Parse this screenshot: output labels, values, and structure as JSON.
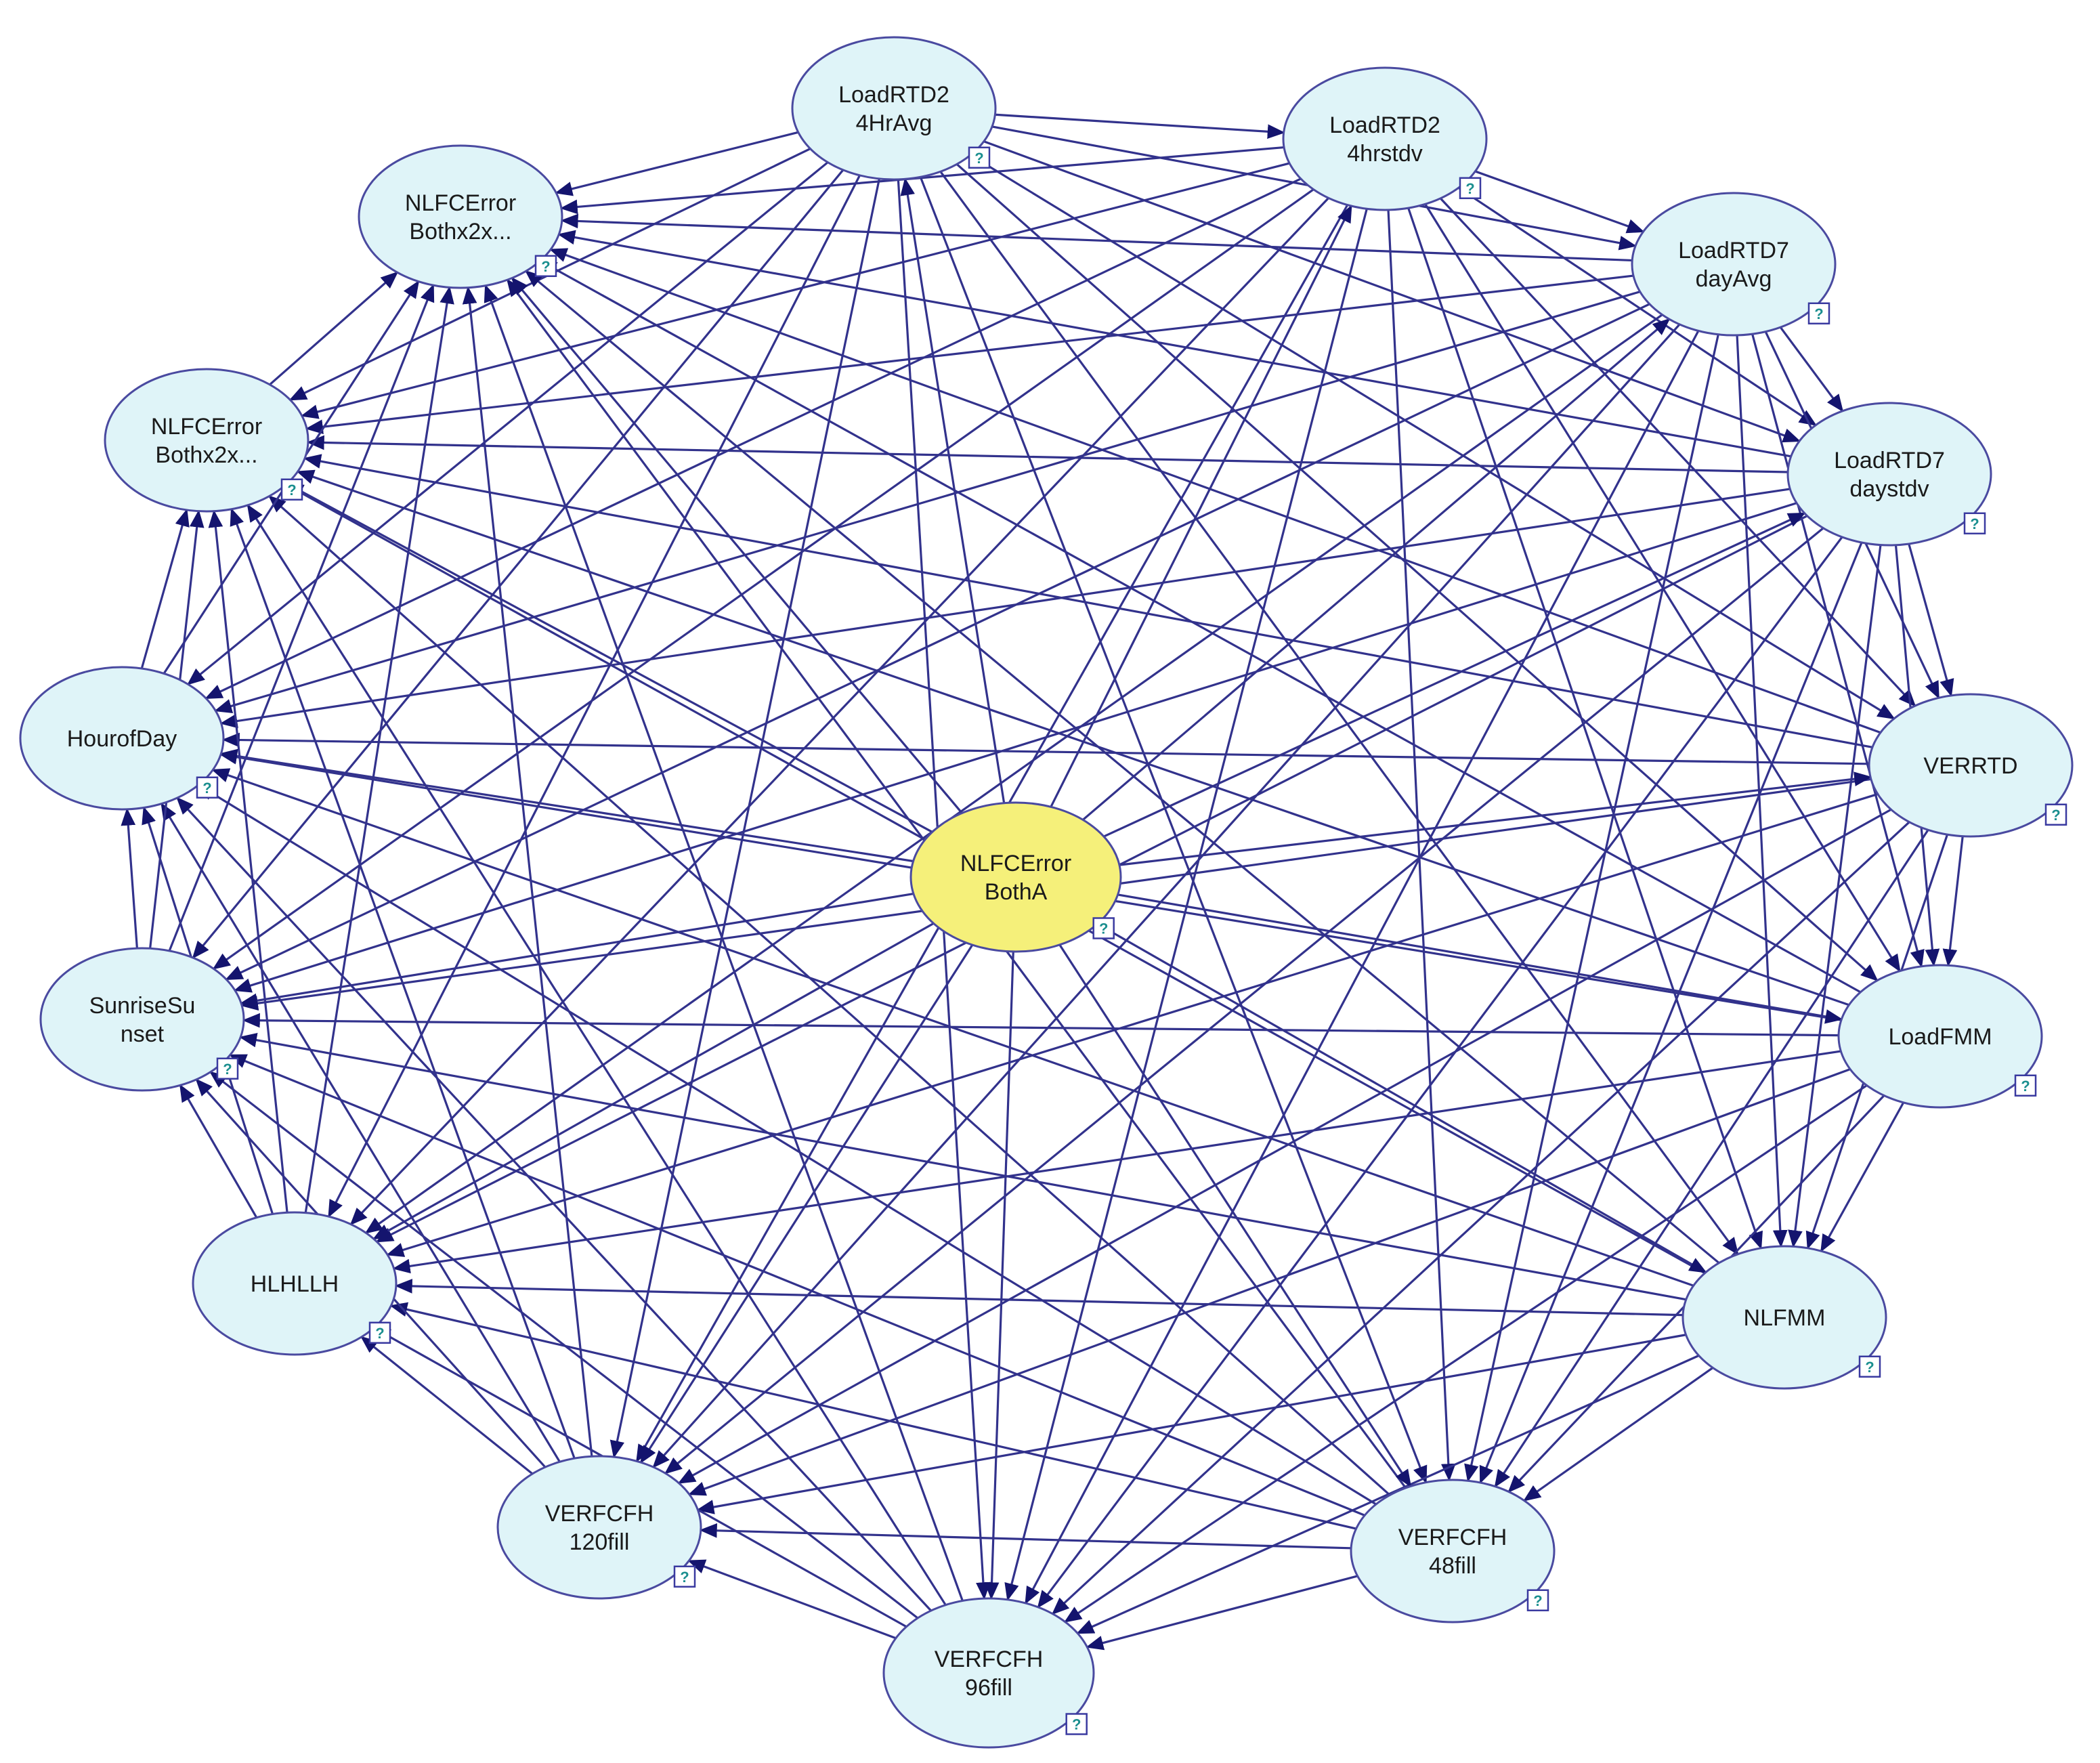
{
  "colors": {
    "node_fill": "#dff4f8",
    "node_stroke": "#4a4aa0",
    "target_fill": "#f5f07a",
    "edge": "#32328c",
    "arrow": "#14146e",
    "badge_fill": "#ffffff",
    "badge_stroke": "#3a3aa0",
    "badge_text": "#1b8f8f"
  },
  "badge": {
    "icon": "help-badge-icon",
    "glyph": "?"
  },
  "nodes": [
    {
      "id": "loadrtd24hravg",
      "name": "node-loadrtd24hravg",
      "lines": [
        "LoadRTD2",
        "4HrAvg"
      ],
      "target": false
    },
    {
      "id": "loadrtd24hrstdv",
      "name": "node-loadrtd24hrstdv",
      "lines": [
        "LoadRTD2",
        "4hrstdv"
      ],
      "target": false
    },
    {
      "id": "loadrtd7dayavg",
      "name": "node-loadrtd7dayavg",
      "lines": [
        "LoadRTD7",
        "dayAvg"
      ],
      "target": false
    },
    {
      "id": "loadrtd7daystdv",
      "name": "node-loadrtd7daystdv",
      "lines": [
        "LoadRTD7",
        "daystdv"
      ],
      "target": false
    },
    {
      "id": "verrtd",
      "name": "node-verrtd",
      "lines": [
        "VERRTD"
      ],
      "target": false
    },
    {
      "id": "loadfmm",
      "name": "node-loadfmm",
      "lines": [
        "LoadFMM"
      ],
      "target": false
    },
    {
      "id": "nlfmm",
      "name": "node-nlfmm",
      "lines": [
        "NLFMM"
      ],
      "target": false
    },
    {
      "id": "verfcfh48fill",
      "name": "node-verfcfh48fill",
      "lines": [
        "VERFCFH",
        "48fill"
      ],
      "target": false
    },
    {
      "id": "verfcfh96fill",
      "name": "node-verfcfh96fill",
      "lines": [
        "VERFCFH",
        "96fill"
      ],
      "target": false
    },
    {
      "id": "verfcfh120fill",
      "name": "node-verfcfh120fill",
      "lines": [
        "VERFCFH",
        "120fill"
      ],
      "target": false
    },
    {
      "id": "hlhllh",
      "name": "node-hlhllh",
      "lines": [
        "HLHLLH"
      ],
      "target": false
    },
    {
      "id": "sunrisesunset",
      "name": "node-sunrisesunset",
      "lines": [
        "SunriseSu",
        "nset"
      ],
      "target": false
    },
    {
      "id": "hourofday",
      "name": "node-hourofday",
      "lines": [
        "HourofDay"
      ],
      "target": false
    },
    {
      "id": "nlfcerrorbothx2x-b",
      "name": "node-nlfcerrorbothx2x-2",
      "lines": [
        "NLFCError",
        "Bothx2x..."
      ],
      "target": false
    },
    {
      "id": "nlfcerrorbothx2x-a",
      "name": "node-nlfcerrorbothx2x-1",
      "lines": [
        "NLFCError",
        "Bothx2x..."
      ],
      "target": false
    },
    {
      "id": "nlfcerrorbotha",
      "name": "node-nlfcerrorbotha",
      "lines": [
        "NLFCError",
        "BothA"
      ],
      "target": true
    }
  ],
  "edges": {
    "complete_among_outer_nodes": true,
    "from_target_to_all": true
  }
}
